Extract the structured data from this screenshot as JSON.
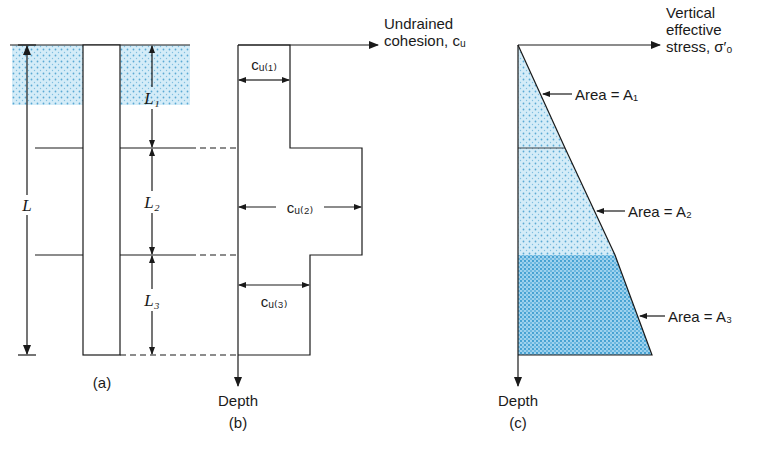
{
  "diagram": {
    "labels": [
      "L₁",
      "L₂",
      "L₃",
      "L",
      "(a)",
      "Undrained cohesion, cᵤ",
      "cᵤ₍₁₎",
      "cᵤ₍₂₎",
      "cᵤ₍₃₎",
      "Depth",
      "(b)",
      "Vertical effective stress, σ′ₒ",
      "Area = A₁",
      "Area = A₂",
      "Area = A₃",
      "Depth",
      "(c)"
    ]
  }
}
